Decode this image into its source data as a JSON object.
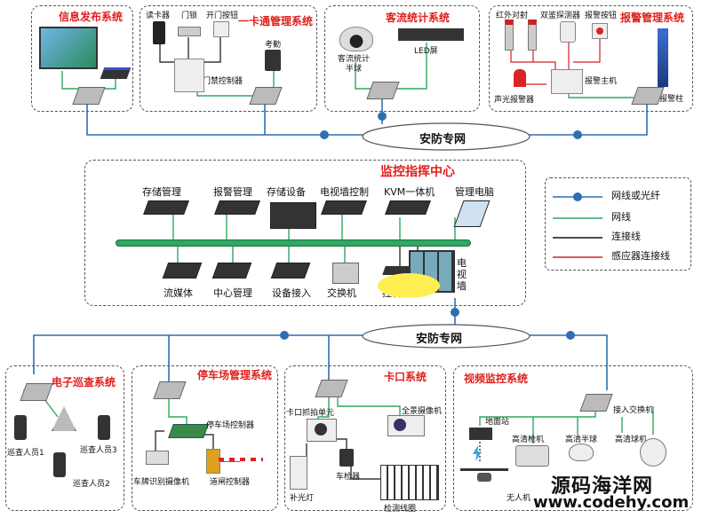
{
  "systems": {
    "info": {
      "title": "信息发布系统"
    },
    "card": {
      "title": "一卡通管理系统",
      "devices": [
        "读卡器",
        "门锁",
        "开门按钮",
        "考勤",
        "门禁控制器"
      ]
    },
    "flow": {
      "title": "客流统计系统",
      "devices": [
        "客流统计\n半球",
        "LED屏"
      ]
    },
    "alarm": {
      "title": "报警管理系统",
      "devices": [
        "红外对射",
        "双鉴探测器",
        "报警按钮",
        "声光报警器",
        "报警主机",
        "报警柱"
      ]
    },
    "center": {
      "title": "监控指挥中心",
      "top": [
        "存储管理",
        "报警管理",
        "存储设备",
        "电视墙控制",
        "KVM一体机",
        "管理电脑"
      ],
      "bottom": [
        "流媒体",
        "中心管理",
        "设备接入",
        "交换机",
        "控制键盘"
      ],
      "tvwall": "电\n视\n墙"
    },
    "patrol": {
      "title": "电子巡查系统",
      "devices": [
        "巡查人员1",
        "巡查人员3",
        "巡查人员2"
      ]
    },
    "parking": {
      "title": "停车场管理系统",
      "devices": [
        "停车场控制器",
        "车牌识别摄像机",
        "道闸控制器"
      ]
    },
    "gate": {
      "title": "卡口系统",
      "devices": [
        "卡口抓拍单元",
        "全景摄像机",
        "车检器",
        "补光灯",
        "检测线圈"
      ]
    },
    "video": {
      "title": "视频监控系统",
      "devices": [
        "接入交换机",
        "地面站",
        "高清枪机",
        "高清半球",
        "高清球机",
        "无人机"
      ]
    }
  },
  "clouds": {
    "top": "安防专网",
    "bottom": "安防专网"
  },
  "legend": {
    "items": [
      "网线或光纤",
      "网线",
      "连接线",
      "感应器连接线"
    ]
  },
  "colors": {
    "fiber": "#2f6fb0",
    "net": "#2fa860",
    "connect": "#111111",
    "sensor": "#d02020",
    "title": "#e0201c"
  },
  "watermark": {
    "line1": "源码海洋网",
    "line2": "www.codehy.com"
  }
}
